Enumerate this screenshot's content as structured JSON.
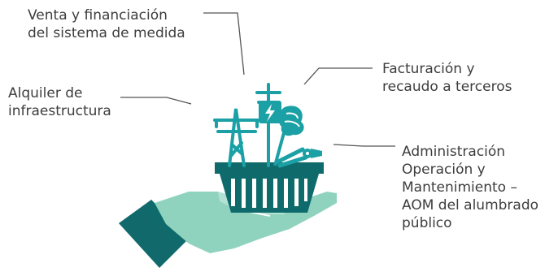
{
  "labels": {
    "venta": {
      "line1": "Venta y financiación",
      "line2": "del sistema de medida"
    },
    "alquiler": {
      "line1": "Alquiler de",
      "line2": "infraestructura"
    },
    "facturacion": {
      "line1": "Facturación y",
      "line2": "recaudo a terceros"
    },
    "administracion": {
      "line1": "Administración",
      "line2": "Operación y",
      "line3": "Mantenimiento –",
      "line4": "AOM del alumbrado",
      "line5": "público"
    }
  },
  "colors": {
    "text": "#3d3d3d",
    "line": "#555555",
    "teal": "#1ba1a5",
    "dark_teal": "#0f6b6b",
    "sleeve": "#12696b",
    "hand": "#8fd3bf",
    "hand_light": "#b2e2d3"
  },
  "icons": [
    "hand-icon",
    "basket-icon",
    "electric-tower-icon",
    "utility-pole-icon",
    "energy-meter-icon",
    "light-bulb-icon",
    "pliers-icon"
  ]
}
